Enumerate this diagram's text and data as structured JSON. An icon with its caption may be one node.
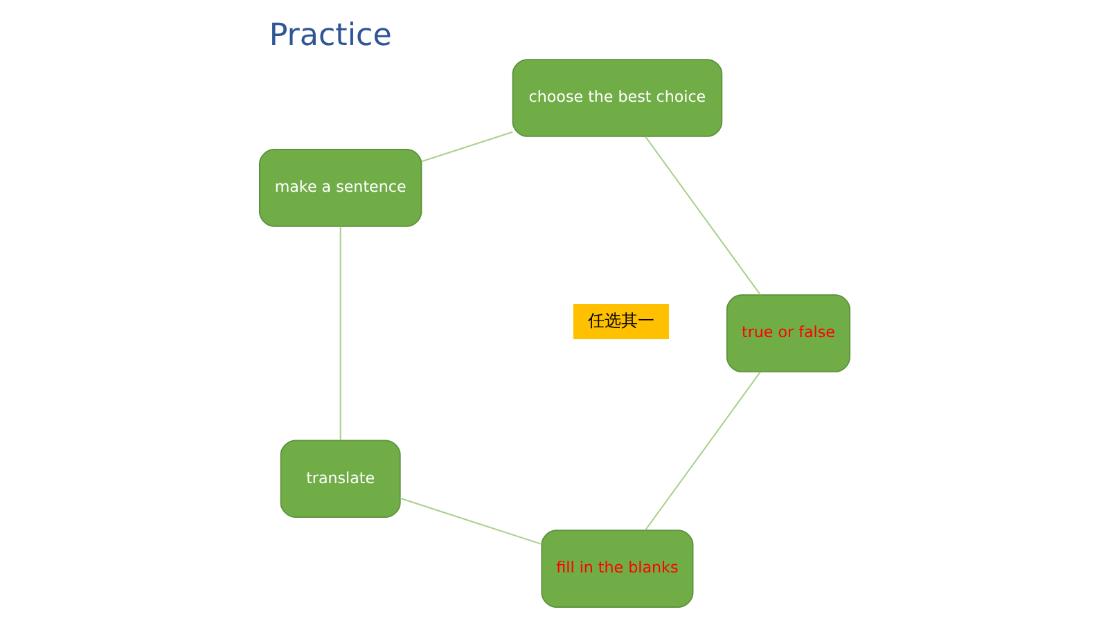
{
  "diagram": {
    "title": "Practice",
    "nodes": [
      {
        "text": [
          "fill in the blanks"
        ]
      },
      {
        "text": [
          "任选其一"
        ]
      },
      {
        "text": [
          "true or false"
        ]
      },
      {
        "text": [
          "translate"
        ]
      },
      {
        "text": [
          "choose the best choice"
        ]
      },
      {
        "text": [
          "make a sentence"
        ]
      }
    ],
    "edges": [
      {
        "from": 0,
        "to": 3,
        "arrow": "none"
      },
      {
        "from": 3,
        "to": 5,
        "arrow": "none"
      },
      {
        "from": 5,
        "to": 4,
        "arrow": "none"
      },
      {
        "from": 4,
        "to": 2,
        "arrow": "none"
      },
      {
        "from": 2,
        "to": 0,
        "arrow": "none"
      }
    ]
  }
}
